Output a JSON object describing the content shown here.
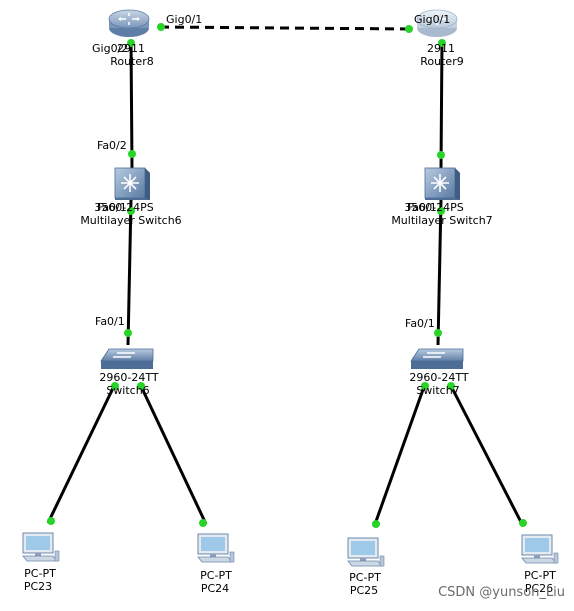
{
  "colors": {
    "link": "#000000",
    "port": "#27d427",
    "router_body": "#8fa9c9",
    "switch_body": "#8aa8c8",
    "pc_screen": "#9ec9e8",
    "watermark": "#6b6b6b"
  },
  "devices": {
    "router8": {
      "model": "2911",
      "name": "Router8",
      "icon": "router-icon"
    },
    "router9": {
      "model": "2911",
      "name": "Router9",
      "icon": "router-icon"
    },
    "mls6": {
      "model": "3560-24PS",
      "name": "Multilayer Switch6",
      "icon": "multilayer-switch-icon"
    },
    "mls7": {
      "model": "3560-24PS",
      "name": "Multilayer Switch7",
      "icon": "multilayer-switch-icon"
    },
    "sw6": {
      "model": "2960-24TT",
      "name": "Switch6",
      "icon": "switch-icon"
    },
    "sw7": {
      "model": "2960-24TT",
      "name": "Switch7",
      "icon": "switch-icon"
    },
    "pc23": {
      "model": "PC-PT",
      "name": "PC23",
      "icon": "pc-icon"
    },
    "pc24": {
      "model": "PC-PT",
      "name": "PC24",
      "icon": "pc-icon"
    },
    "pc25": {
      "model": "PC-PT",
      "name": "PC25",
      "icon": "pc-icon"
    },
    "pc26": {
      "model": "PC-PT",
      "name": "PC26",
      "icon": "pc-icon"
    }
  },
  "ports": {
    "r8_gig01": "Gig0/1",
    "r9_gig01": "Gig0/1",
    "r8_gig02": "Gig0/2",
    "mls6_fa02": "Fa0/2",
    "mls6_fa01": "Fa0/1",
    "mls7_fa01": "Fa0/1",
    "sw6_fa01": "Fa0/1",
    "sw7_fa01": "Fa0/1"
  },
  "watermark": "CSDN @yunson_Liu"
}
